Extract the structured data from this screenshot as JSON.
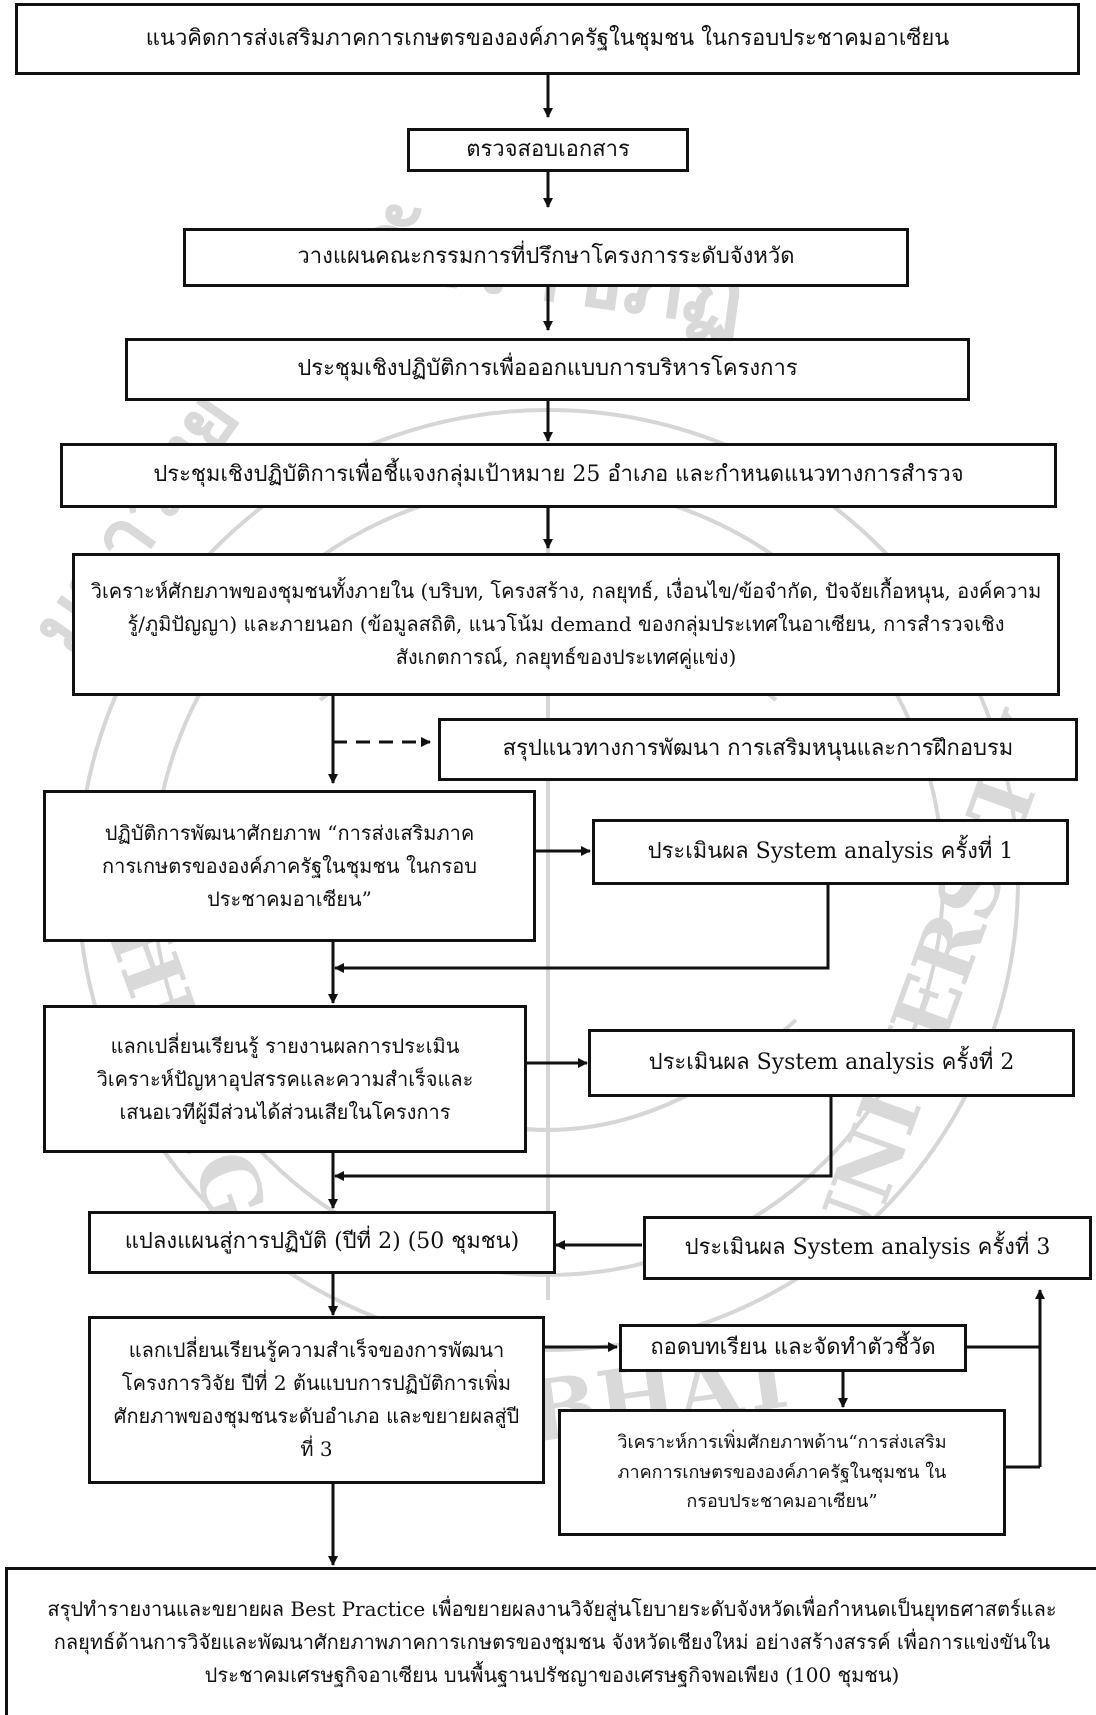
{
  "nodes": {
    "n1": "แนวคิดการส่งเสริมภาคการเกษตรขององค์ภาครัฐในชุมชน ในกรอบประชาคมอาเซียน",
    "n2": "ตรวจสอบเอกสาร",
    "n3": "วางแผนคณะกรรมการที่ปรึกษาโครงการระดับจังหวัด",
    "n4": "ประชุมเชิงปฏิบัติการเพื่อออกแบบการบริหารโครงการ",
    "n5": "ประชุมเชิงปฏิบัติการเพื่อชี้แจงกลุ่มเป้าหมาย 25 อำเภอ และกำหนดแนวทางการสำรวจ",
    "n6": "วิเคราะห์ศักยภาพของชุมชนทั้งภายใน (บริบท, โครงสร้าง, กลยุทธ์, เงื่อนไข/ข้อจำกัด, ปัจจัยเกื้อหนุน, องค์ความรู้/ภูมิปัญญา) และภายนอก (ข้อมูลสถิติ, แนวโน้ม demand ของกลุ่มประเทศในอาเซียน, การสำรวจเชิงสังเกตการณ์, กลยุทธ์ของประเทศคู่แข่ง)",
    "n7": "สรุปแนวทางการพัฒนา การเสริมหนุนและการฝึกอบรม",
    "n8": "ปฏิบัติการพัฒนาศักยภาพ “การส่งเสริมภาคการเกษตรขององค์ภาครัฐในชุมชน ในกรอบประชาคมอาเซียน”",
    "n9": "ประเมินผล System analysis ครั้งที่ 1",
    "n10": "แลกเปลี่ยนเรียนรู้ รายงานผลการประเมินวิเคราะห์ปัญหาอุปสรรคและความสำเร็จและเสนอเวทีผู้มีส่วนได้ส่วนเสียในโครงการ",
    "n11": "ประเมินผล System analysis ครั้งที่ 2",
    "n12": "แปลงแผนสู่การปฏิบัติ (ปีที่ 2) (50 ชุมชน)",
    "n13": "ประเมินผล System analysis ครั้งที่ 3",
    "n14": "แลกเปลี่ยนเรียนรู้ความสำเร็จของการพัฒนาโครงการวิจัย ปีที่ 2 ต้นแบบการปฏิบัติการเพิ่มศักยภาพของชุมชนระดับอำเภอ และขยายผลสู่ปีที่ 3",
    "n15": "ถอดบทเรียน และจัดทำตัวชี้วัด",
    "n16": "วิเคราะห์การเพิ่มศักยภาพด้าน“การส่งเสริมภาคการเกษตรขององค์ภาครัฐในชุมชน ในกรอบประชาคมอาเซียน”",
    "n17": "สรุปทำรายงานและขยายผล Best Practice เพื่อขยายผลงานวิจัยสู่นโยบายระดับจังหวัดเพื่อกำหนดเป็นยุทธศาสตร์และกลยุทธ์ด้านการวิจัยและพัฒนาศักยภาพภาคการเกษตรของชุมชน จังหวัดเชียงใหม่ อย่างสร้างสรรค์ เพื่อการแข่งขันในประชาคมเศรษฐกิจอาเซียน บนพื้นฐานปรัชญาของเศรษฐกิจพอเพียง (100 ชุมชน)"
  },
  "watermark": {
    "top": "ลัยราชภัฏ",
    "left": "มหาวิทยา",
    "bottom_left": "CHIANG",
    "bottom": "RAJABHAT",
    "right": "UNIVERSITY"
  }
}
